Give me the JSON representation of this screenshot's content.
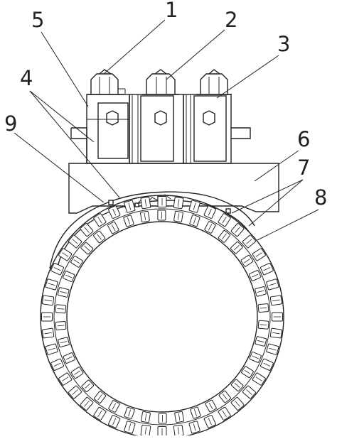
{
  "figure": {
    "callouts": [
      {
        "id": "c1",
        "text": "1"
      },
      {
        "id": "c2",
        "text": "2"
      },
      {
        "id": "c3",
        "text": "3"
      },
      {
        "id": "c4",
        "text": "4"
      },
      {
        "id": "c5",
        "text": "5"
      },
      {
        "id": "c6",
        "text": "6"
      },
      {
        "id": "c7",
        "text": "7"
      },
      {
        "id": "c8",
        "text": "8"
      },
      {
        "id": "c9",
        "text": "9"
      }
    ],
    "ring": {
      "outer_links": 44,
      "inner_links": 38
    },
    "colors": {
      "stroke": "#222222",
      "background": "#ffffff"
    }
  }
}
